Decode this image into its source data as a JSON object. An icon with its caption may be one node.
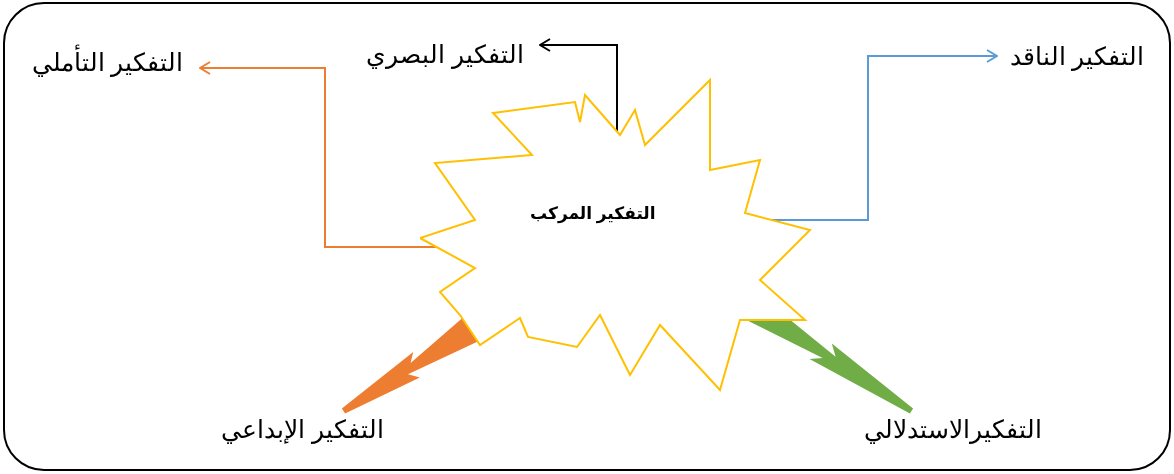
{
  "diagram": {
    "nodes": [
      {
        "text": [
          "التفكير المركب"
        ]
      },
      {
        "text": [
          "التفكير التأملي"
        ]
      },
      {
        "text": [
          "التفكير البصري"
        ]
      },
      {
        "text": [
          "التفكير الناقد"
        ]
      },
      {
        "text": [
          "التفكير الإبداعي"
        ]
      },
      {
        "text": [
          "التفكيرالاستدلالي"
        ]
      }
    ],
    "edges": [
      {
        "from": 0,
        "to": 1,
        "arrow": "to",
        "color": "#ed7d31"
      },
      {
        "from": 0,
        "to": 2,
        "arrow": "to",
        "color": "#000000"
      },
      {
        "from": 0,
        "to": 3,
        "arrow": "to",
        "color": "#5b9bd5"
      },
      {
        "from": 0,
        "to": 4,
        "arrow": "none",
        "style": "thick",
        "color": "#ed7d31"
      },
      {
        "from": 0,
        "to": 5,
        "arrow": "none",
        "style": "thick",
        "color": "#70ad47"
      }
    ]
  }
}
